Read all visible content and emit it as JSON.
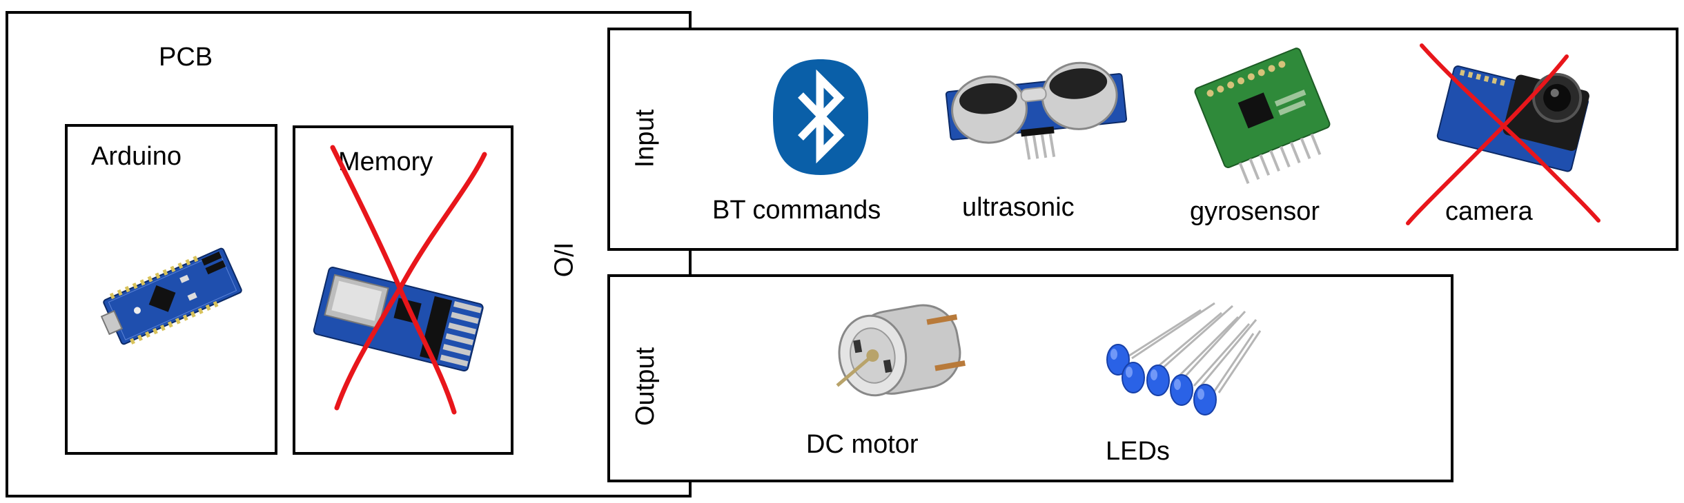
{
  "pcb": {
    "title": "PCB",
    "arduino_label": "Arduino",
    "memory_label": "Memory"
  },
  "io_label": "I/O",
  "input": {
    "section_label": "Input",
    "items": [
      {
        "label": "BT commands",
        "icon": "bluetooth-icon",
        "crossed": false
      },
      {
        "label": "ultrasonic",
        "icon": "ultrasonic-sensor-icon",
        "crossed": false
      },
      {
        "label": "gyrosensor",
        "icon": "gyro-sensor-icon",
        "crossed": false
      },
      {
        "label": "camera",
        "icon": "camera-module-icon",
        "crossed": true
      }
    ]
  },
  "output": {
    "section_label": "Output",
    "items": [
      {
        "label": "DC motor",
        "icon": "dc-motor-icon"
      },
      {
        "label": "LEDs",
        "icon": "leds-icon"
      }
    ]
  },
  "colors": {
    "border": "#000000",
    "cross_out": "#e8161b",
    "bluetooth_blue": "#0a5fa8",
    "board_blue": "#1f4fae",
    "pcb_green": "#2f8a3a",
    "led_blue": "#2a62e6"
  }
}
